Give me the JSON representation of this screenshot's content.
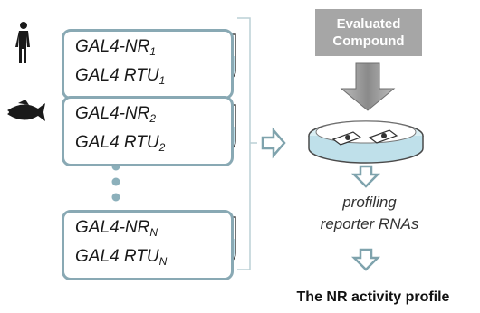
{
  "compound": {
    "line1": "Evaluated",
    "line2": "Compound"
  },
  "constructs": [
    {
      "nr": "GAL4-NR",
      "nr_sub": "1",
      "rtu": "GAL4 RTU",
      "rtu_sub": "1"
    },
    {
      "nr": "GAL4-NR",
      "nr_sub": "2",
      "rtu": "GAL4 RTU",
      "rtu_sub": "2"
    },
    {
      "nr": "GAL4-NR",
      "nr_sub": "N",
      "rtu": "GAL4 RTU",
      "rtu_sub": "N"
    }
  ],
  "profiling": {
    "line1": "profiling",
    "line2": "reporter RNAs"
  },
  "result": "The NR activity profile",
  "icons": [
    "human-icon",
    "fish-icon",
    "tube-icon",
    "petri-dish-icon",
    "arrow-icon",
    "ellipsis-dots"
  ],
  "colors": {
    "frame": "#89a9b4",
    "arrow_outline": "#7fa3ad",
    "compound_box": "#a6a6a6",
    "liquid": "#bfe0ea"
  }
}
